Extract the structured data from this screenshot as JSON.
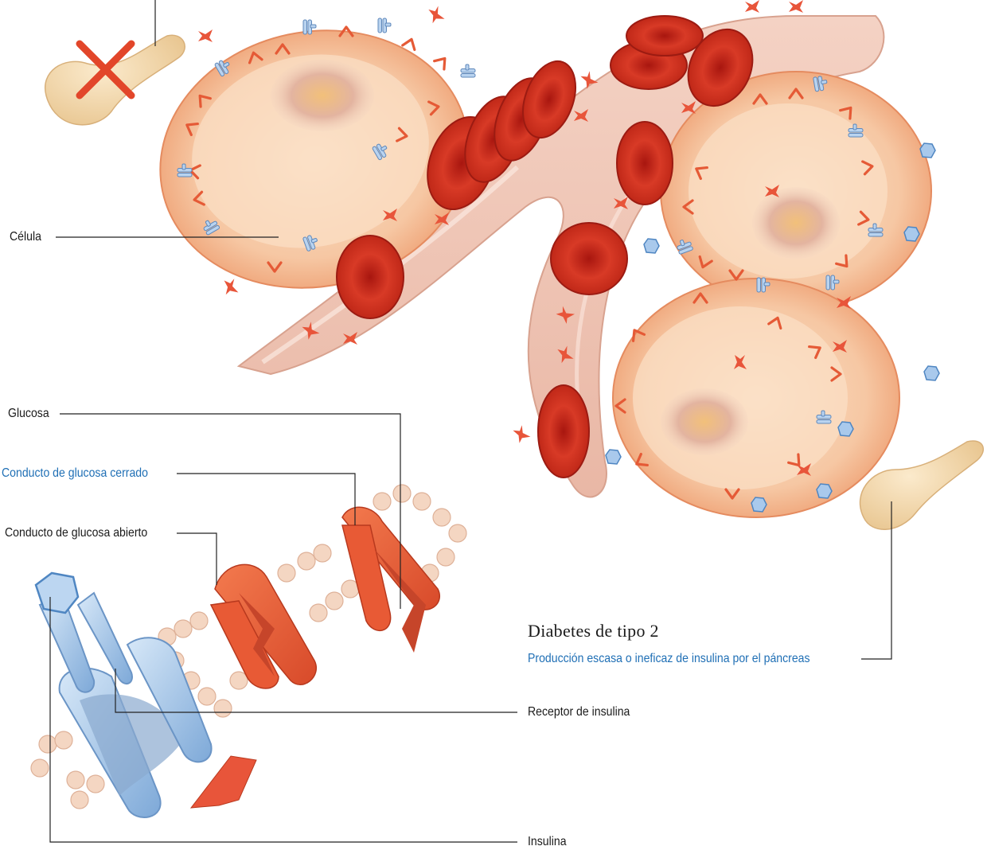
{
  "labels": {
    "cell": "Célula",
    "glucose": "Glucosa",
    "closed_channel": "Conducto de glucosa cerrado",
    "open_channel": "Conducto de glucosa abierto",
    "insulin_receptor": "Receptor de insulina",
    "insulin": "Insulina"
  },
  "title": {
    "heading": "Diabetes de tipo 2",
    "subtitle": "Producción escasa o ineficaz de insulina por el páncreas"
  },
  "colors": {
    "glucose": "#e8553a",
    "blood_cell": "#c62a1e",
    "cell_body": "#f6c9a6",
    "insulin": "#9cc4ec",
    "label_blue": "#1f6fb5",
    "leader_line": "#222222"
  }
}
